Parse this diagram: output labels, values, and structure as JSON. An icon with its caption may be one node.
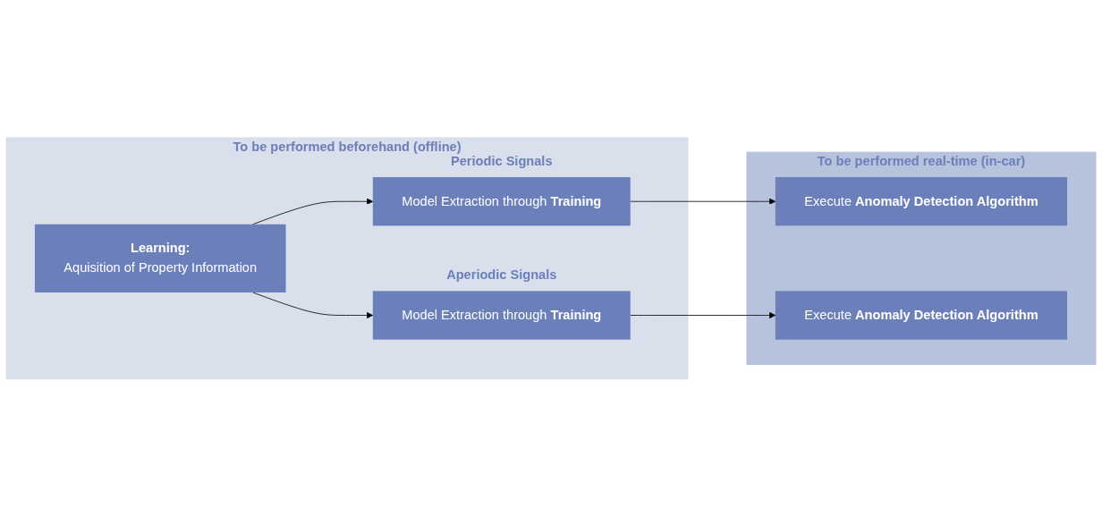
{
  "diagram": {
    "nodes": [
      {
        "text": [
          "To be performed beforehand (offline)"
        ]
      },
      {
        "text": [
          "Learning:",
          "Aquisition of Property Information"
        ],
        "in": 0
      },
      {
        "text": [
          "Model Extraction through **Training**"
        ],
        "in": 0,
        "beside": [
          "Periodic Signals"
        ]
      },
      {
        "text": [
          "Model Extraction through **Training**"
        ],
        "in": 0,
        "beside": [
          "Aperiodic Signals"
        ]
      },
      {
        "text": [
          "To be performed real-time (in-car)"
        ]
      },
      {
        "text": [
          "Execute **Anomaly Detection Algorithm**"
        ],
        "in": 4
      },
      {
        "text": [
          "Execute **Anomaly Detection Algorithm**"
        ],
        "in": 4
      }
    ],
    "edges": [
      {
        "from": 1,
        "to": 2,
        "arrow": "to"
      },
      {
        "from": 1,
        "to": 3,
        "arrow": "to"
      },
      {
        "from": 2,
        "to": 5,
        "arrow": "to"
      },
      {
        "from": 3,
        "to": 6,
        "arrow": "to"
      }
    ]
  }
}
